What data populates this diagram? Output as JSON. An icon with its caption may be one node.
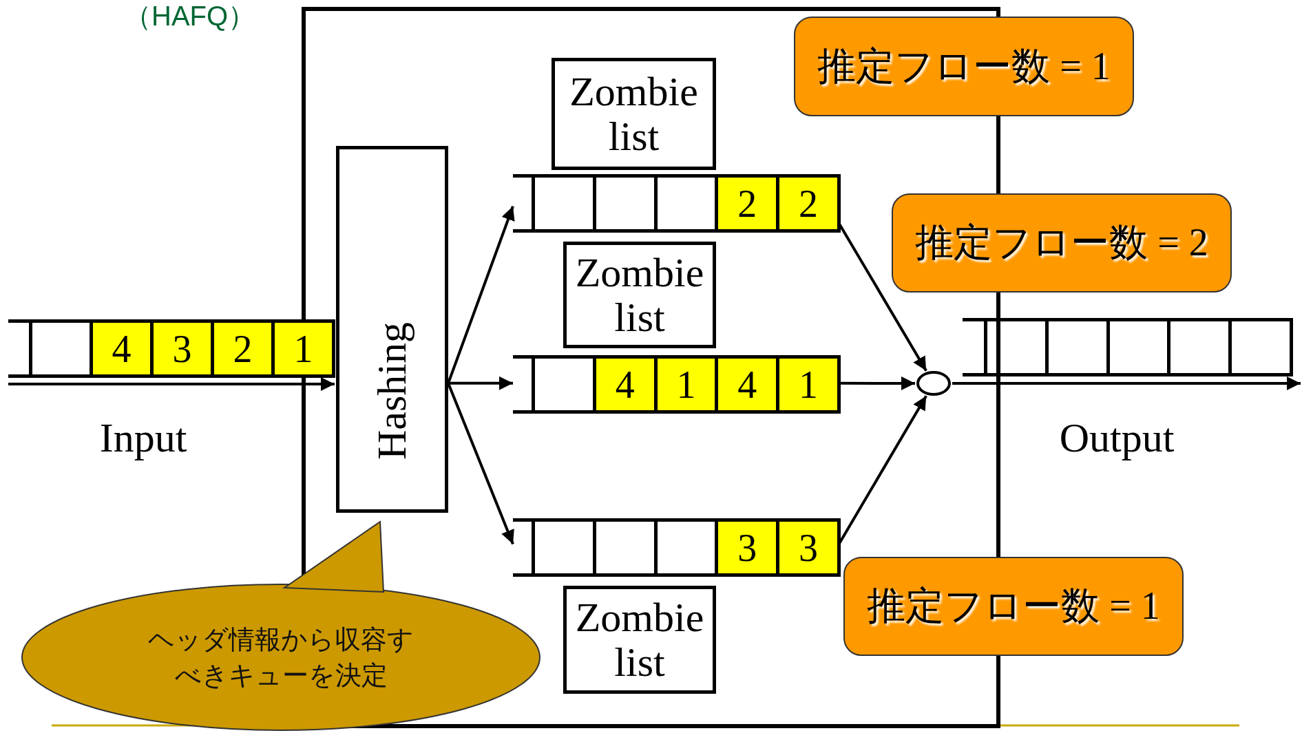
{
  "diagram": {
    "title": "（HAFQ）",
    "nodes": [
      {
        "text": [],
        "shape": "box"
      },
      {
        "text": [
          "Hashing"
        ],
        "in": 0
      },
      {
        "text": [
          "Zombie list"
        ],
        "in": 0
      },
      {
        "text": [
          "2",
          "2"
        ],
        "in": 0
      },
      {
        "text": [
          "Zombie list"
        ],
        "in": 0
      },
      {
        "text": [
          "4",
          "1",
          "4",
          "1"
        ],
        "in": 0
      },
      {
        "text": [
          "3",
          "3"
        ],
        "in": 0
      },
      {
        "text": [
          "Zombie list"
        ],
        "in": 0
      },
      {
        "text": [],
        "shape": "circle",
        "in": 0
      },
      {
        "text": [
          "4",
          "3",
          "2",
          "1"
        ],
        "beside": [
          "Input"
        ]
      },
      {
        "text": [],
        "shape": "queue",
        "beside": [
          "Output"
        ]
      },
      {
        "text": [
          "推定フロー数 = 1"
        ]
      },
      {
        "text": [
          "推定フロー数 = 2"
        ]
      },
      {
        "text": [
          "推定フロー数 = 1"
        ]
      },
      {
        "text": [
          "ヘッダ情報から収容すべきキューを決定"
        ]
      }
    ],
    "edges": [
      {
        "from": 9,
        "to": 1,
        "arrow": "to"
      },
      {
        "from": 1,
        "to": 3,
        "arrow": "to"
      },
      {
        "from": 1,
        "to": 5,
        "arrow": "to"
      },
      {
        "from": 1,
        "to": 6,
        "arrow": "to"
      },
      {
        "from": 3,
        "to": 8,
        "arrow": "to"
      },
      {
        "from": 5,
        "to": 8,
        "arrow": "to"
      },
      {
        "from": 6,
        "to": 8,
        "arrow": "to"
      },
      {
        "from": 8,
        "to": 10,
        "arrow": "to"
      }
    ]
  }
}
